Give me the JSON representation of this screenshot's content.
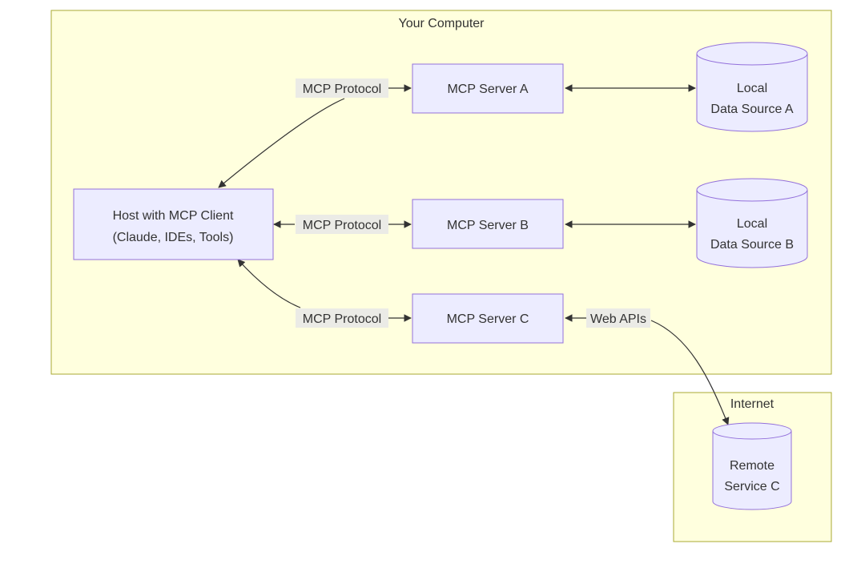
{
  "clusters": {
    "computer": {
      "title": "Your Computer"
    },
    "internet": {
      "title": "Internet"
    }
  },
  "nodes": {
    "host": {
      "line1": "Host with MCP Client",
      "line2": "(Claude, IDEs, Tools)"
    },
    "server_a": {
      "label": "MCP Server A"
    },
    "server_b": {
      "label": "MCP Server B"
    },
    "server_c": {
      "label": "MCP Server C"
    },
    "source_a": {
      "line1": "Local",
      "line2": "Data Source A"
    },
    "source_b": {
      "line1": "Local",
      "line2": "Data Source B"
    },
    "remote_c": {
      "line1": "Remote",
      "line2": "Service C"
    }
  },
  "edges": {
    "host_a": {
      "label": "MCP Protocol"
    },
    "host_b": {
      "label": "MCP Protocol"
    },
    "host_c": {
      "label": "MCP Protocol"
    },
    "web": {
      "label": "Web APIs"
    }
  },
  "colors": {
    "cluster_fill": "#ffffde",
    "cluster_stroke": "#aaaa33",
    "node_fill": "#ececff",
    "node_stroke": "#9370db",
    "edge": "#333333",
    "edge_label_bg": "#e8e8e8"
  }
}
